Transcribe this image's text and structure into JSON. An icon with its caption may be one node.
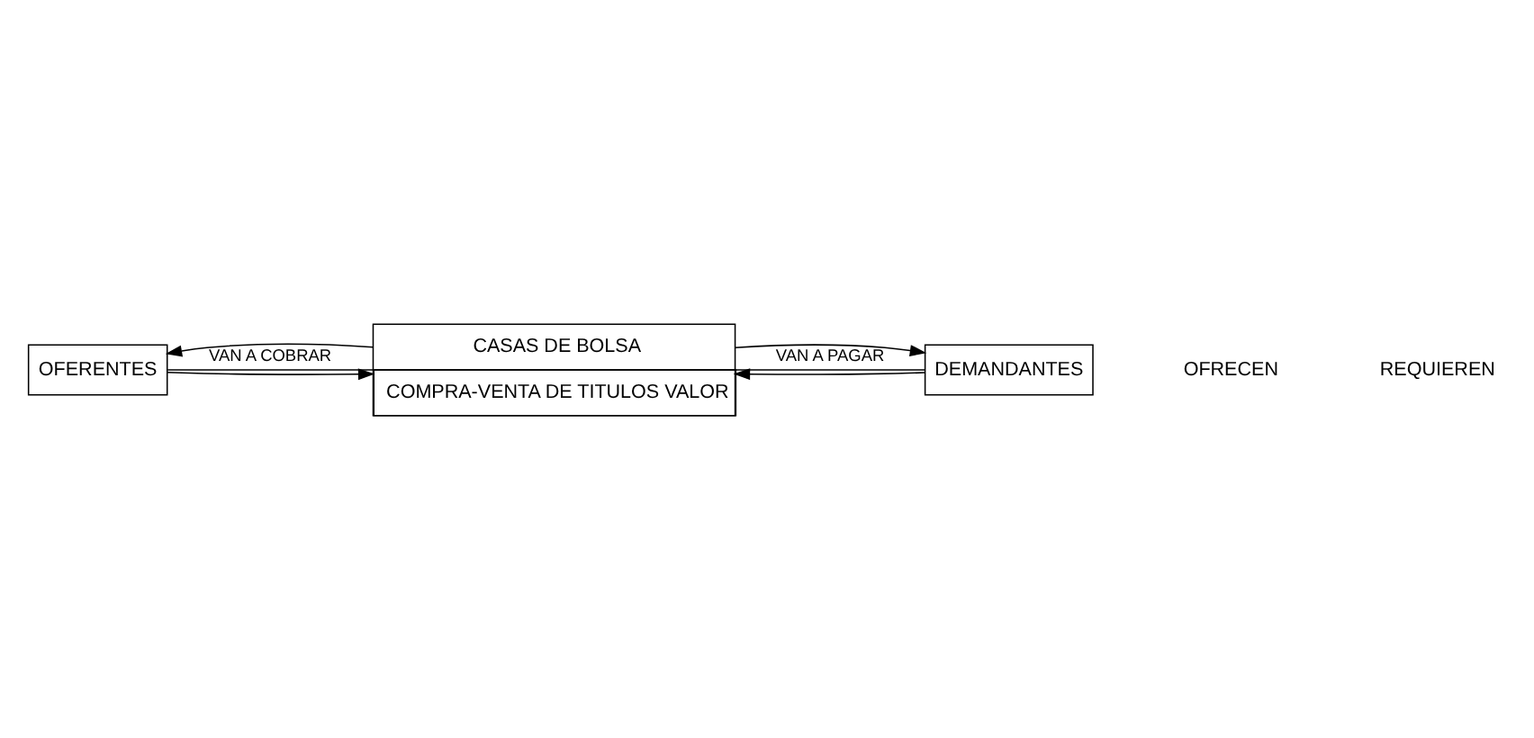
{
  "diagram": {
    "nodes": [
      {
        "text": [
          "OFERENTES"
        ]
      },
      {
        "text": [
          "CASAS DE BOLSA",
          "COMPRA-VENTA DE TITULOS VALOR"
        ]
      },
      {
        "text": [
          "DEMANDANTES"
        ]
      }
    ],
    "edges": [
      {
        "from": 0,
        "to": 1,
        "arrow": "to"
      },
      {
        "from": 1,
        "to": 0,
        "arrow": "to"
      },
      {
        "from": 2,
        "to": 1,
        "arrow": "to"
      },
      {
        "from": 1,
        "to": 2,
        "arrow": "to"
      },
      {
        "from": 0,
        "to": 1,
        "arrow": "none",
        "label": "VAN A COBRAR"
      },
      {
        "from": 1,
        "to": 2,
        "arrow": "none",
        "label": "VAN A PAGAR"
      }
    ],
    "labels": [
      "OFRECEN",
      "REQUIEREN"
    ]
  }
}
